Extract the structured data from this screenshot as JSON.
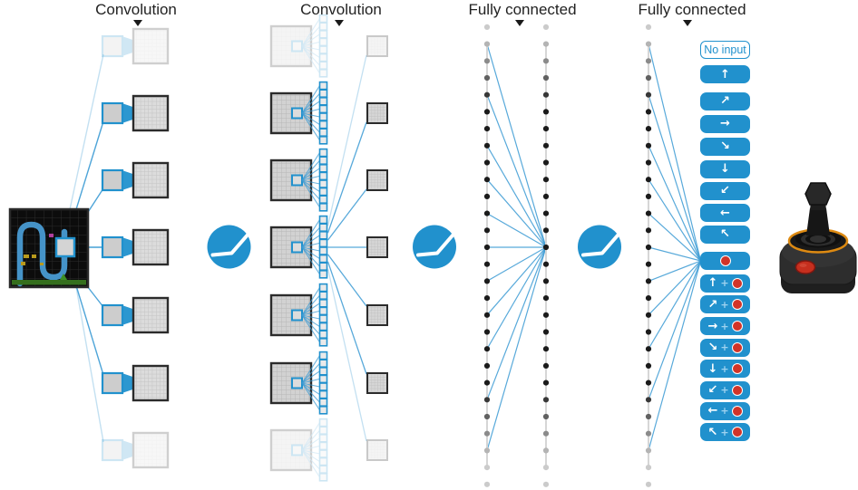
{
  "header": {
    "labels": [
      "Convolution",
      "Convolution",
      "Fully connected",
      "Fully connected"
    ]
  },
  "output_panel": {
    "no_input_label": "No input",
    "plus": "+",
    "buttons": [
      {
        "kind": "no-input",
        "name": "no-input"
      },
      {
        "kind": "arrow",
        "glyph": "↑",
        "name": "up"
      },
      {
        "kind": "arrow",
        "glyph": "↗",
        "name": "up-right"
      },
      {
        "kind": "arrow",
        "glyph": "→",
        "name": "right"
      },
      {
        "kind": "arrow",
        "glyph": "↘",
        "name": "down-right"
      },
      {
        "kind": "arrow",
        "glyph": "↓",
        "name": "down"
      },
      {
        "kind": "arrow",
        "glyph": "↙",
        "name": "down-left"
      },
      {
        "kind": "arrow",
        "glyph": "←",
        "name": "left"
      },
      {
        "kind": "arrow",
        "glyph": "↖",
        "name": "up-left"
      },
      {
        "kind": "fire",
        "name": "fire"
      },
      {
        "kind": "arrow-fire",
        "glyph": "↑",
        "name": "up-fire"
      },
      {
        "kind": "arrow-fire",
        "glyph": "↗",
        "name": "up-right-fire"
      },
      {
        "kind": "arrow-fire",
        "glyph": "→",
        "name": "right-fire"
      },
      {
        "kind": "arrow-fire",
        "glyph": "↘",
        "name": "down-right-fire"
      },
      {
        "kind": "arrow-fire",
        "glyph": "↓",
        "name": "down-fire"
      },
      {
        "kind": "arrow-fire",
        "glyph": "↙",
        "name": "down-left-fire"
      },
      {
        "kind": "arrow-fire",
        "glyph": "←",
        "name": "left-fire"
      },
      {
        "kind": "arrow-fire",
        "glyph": "↖",
        "name": "up-left-fire"
      }
    ]
  },
  "network": {
    "conv1_feature_maps": 7,
    "conv2_feature_maps": 7,
    "conv2_kernel_slots": 8,
    "fc_columns": 3,
    "fc_units_per_column": 28,
    "relu_icons": 3
  },
  "icons": [
    "game-screen",
    "relu-icon",
    "joystick-icon",
    "fire-dot",
    "arrow-icon"
  ],
  "colors": {
    "accent": "#2191cd",
    "line": "#3b9bd4",
    "fire_red": "#d23428",
    "text": "#222222",
    "map_border": "#2b2b2b",
    "river_blue": "#4593c8",
    "ground_green": "#356f1d"
  }
}
